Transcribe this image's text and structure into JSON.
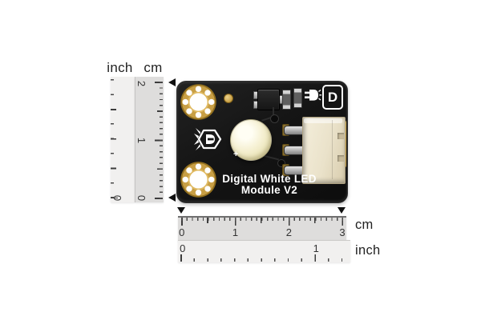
{
  "page": {
    "background": "#ffffff"
  },
  "rulers": {
    "vertical": {
      "inch_label": "inch",
      "cm_label": "cm",
      "cm_numbers": [
        "2",
        "1",
        "0"
      ],
      "inch_numbers": [
        "0"
      ]
    },
    "horizontal": {
      "cm_label": "cm",
      "inch_label": "inch",
      "cm_numbers": [
        "0",
        "1",
        "2",
        "3"
      ],
      "inch_numbers": [
        "0",
        "1"
      ]
    },
    "indicated_size": {
      "width_cm": 3,
      "height_cm": 2
    },
    "colors": {
      "cm_band": "#dedddc",
      "inch_band": "#f1f0ef",
      "tick": "#3c3c3c",
      "marker": "#111111"
    }
  },
  "board": {
    "silkscreen": {
      "title_line1": "Digital White LED",
      "title_line2": "Module V2",
      "logo_letter": "D",
      "polarity_mark": "+"
    },
    "icons": [
      "dfrobot-beetle-logo-icon",
      "led-bulb-silkscreen-icon",
      "dfrobot-d-logo",
      "dimension-marker-arrows"
    ],
    "colors": {
      "pcb": "#141414",
      "gold": "#c9a04a",
      "led_dome": "#f3eecd",
      "connector": "#ece4d0",
      "silkscreen": "#ffffff"
    }
  }
}
